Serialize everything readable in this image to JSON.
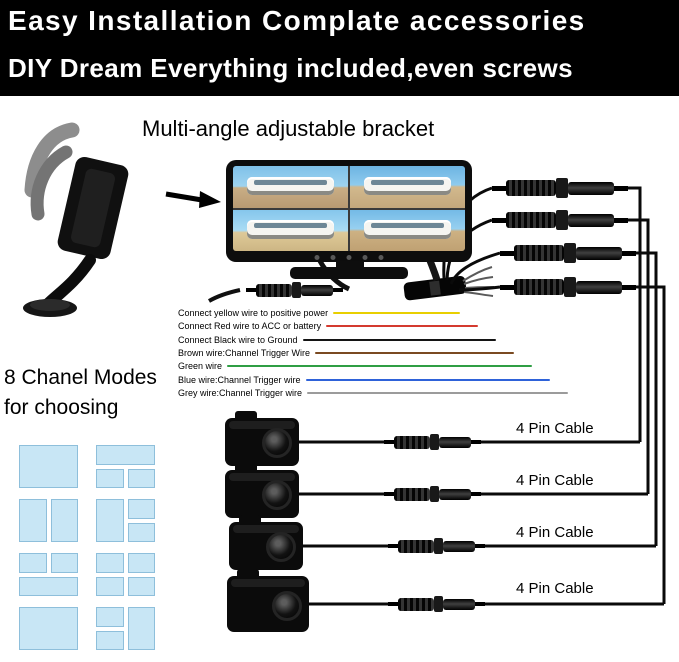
{
  "banner": {
    "line1": "Easy Installation Complate accessories",
    "line2": "DIY Dream Everything included,even screws"
  },
  "captions": {
    "bracket": "Multi-angle adjustable bracket"
  },
  "wire_labels": [
    {
      "text": "Connect yellow wire to positive power",
      "color": "#e8cf00"
    },
    {
      "text": "Connect Red wire to ACC or battery",
      "color": "#d43a2f"
    },
    {
      "text": "Connect Black wire to Ground",
      "color": "#141414"
    },
    {
      "text": "Brown wire:Channel Trigger Wire",
      "color": "#7a4a21"
    },
    {
      "text": "Green wire",
      "color": "#2f9e44"
    },
    {
      "text": "Blue wire:Channel Trigger wire",
      "color": "#2e62d9"
    },
    {
      "text": "Grey wire:Channel Trigger wire",
      "color": "#9b9b9b"
    }
  ],
  "channel_modes": {
    "title_line1": "8 Chanel Modes",
    "title_line2": "for choosing",
    "tile_color": "#c8e6f5",
    "modes": [
      {
        "name": "full-screen",
        "cells": [
          [
            0,
            0,
            100,
            100
          ]
        ]
      },
      {
        "name": "one-top-two-bottom",
        "cells": [
          [
            0,
            0,
            100,
            50
          ],
          [
            0,
            50,
            50,
            50
          ],
          [
            50,
            50,
            50,
            50
          ]
        ]
      },
      {
        "name": "two-split",
        "cells": [
          [
            0,
            0,
            50,
            100
          ],
          [
            50,
            0,
            50,
            100
          ]
        ]
      },
      {
        "name": "one-left-two-right",
        "cells": [
          [
            0,
            0,
            50,
            100
          ],
          [
            50,
            0,
            50,
            50
          ],
          [
            50,
            50,
            50,
            50
          ]
        ]
      },
      {
        "name": "two-top-one-bottom",
        "cells": [
          [
            0,
            0,
            50,
            50
          ],
          [
            50,
            0,
            50,
            50
          ],
          [
            0,
            50,
            100,
            50
          ]
        ]
      },
      {
        "name": "quad",
        "cells": [
          [
            0,
            0,
            50,
            50
          ],
          [
            50,
            0,
            50,
            50
          ],
          [
            0,
            50,
            50,
            50
          ],
          [
            50,
            50,
            50,
            50
          ]
        ]
      },
      {
        "name": "full-screen",
        "cells": [
          [
            0,
            0,
            100,
            100
          ]
        ]
      },
      {
        "name": "two-left-one-right",
        "cells": [
          [
            0,
            0,
            50,
            50
          ],
          [
            0,
            50,
            50,
            50
          ],
          [
            50,
            0,
            50,
            100
          ]
        ]
      }
    ]
  },
  "pin_cables": {
    "labels": [
      "4 Pin Cable",
      "4 Pin Cable",
      "4 Pin Cable",
      "4 Pin Cable"
    ]
  }
}
